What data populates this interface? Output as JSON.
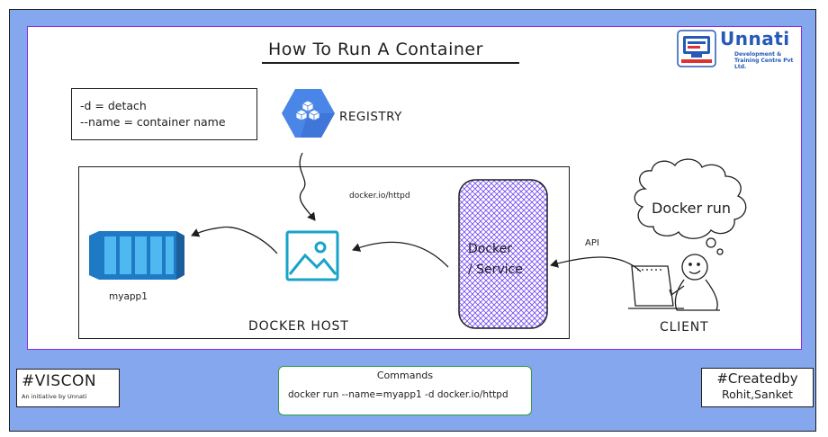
{
  "title": "How To Run A Container",
  "logo": {
    "name": "Unnati",
    "line1": "Development &",
    "line2": "Training Centre Pvt Ltd."
  },
  "legend": {
    "line1": "-d = detach",
    "line2": "--name = container name"
  },
  "registry": {
    "label": "REGISTRY"
  },
  "host": {
    "label": "DOCKER HOST",
    "image_ref": "docker.io/httpd",
    "container_label": "myapp1",
    "service_line1": "Docker",
    "service_line2": "/ Service"
  },
  "client": {
    "label": "CLIENT",
    "api_label": "API",
    "thought": "Docker run"
  },
  "footer": {
    "viscon_title": "#VISCON",
    "viscon_sub": "An initiative by Unnati",
    "commands_title": "Commands",
    "commands_text": "docker run --name=myapp1 -d docker.io/httpd",
    "credit_title": "#Createdby",
    "credit_names": "Rohit,Sanket"
  },
  "colors": {
    "frame": "#84a7ee",
    "canvas_border": "#8a2be2",
    "service_hatch": "#7950f2",
    "commands_border": "#2f9e44",
    "registry_icon": "#4a86e8",
    "image_icon": "#18a3c9",
    "container_icon": "#1f7ac6"
  },
  "icons": [
    "registry-icon",
    "image-icon",
    "container-icon",
    "laptop-icon",
    "person-icon",
    "thought-bubble-icon",
    "unnati-logo-icon"
  ]
}
